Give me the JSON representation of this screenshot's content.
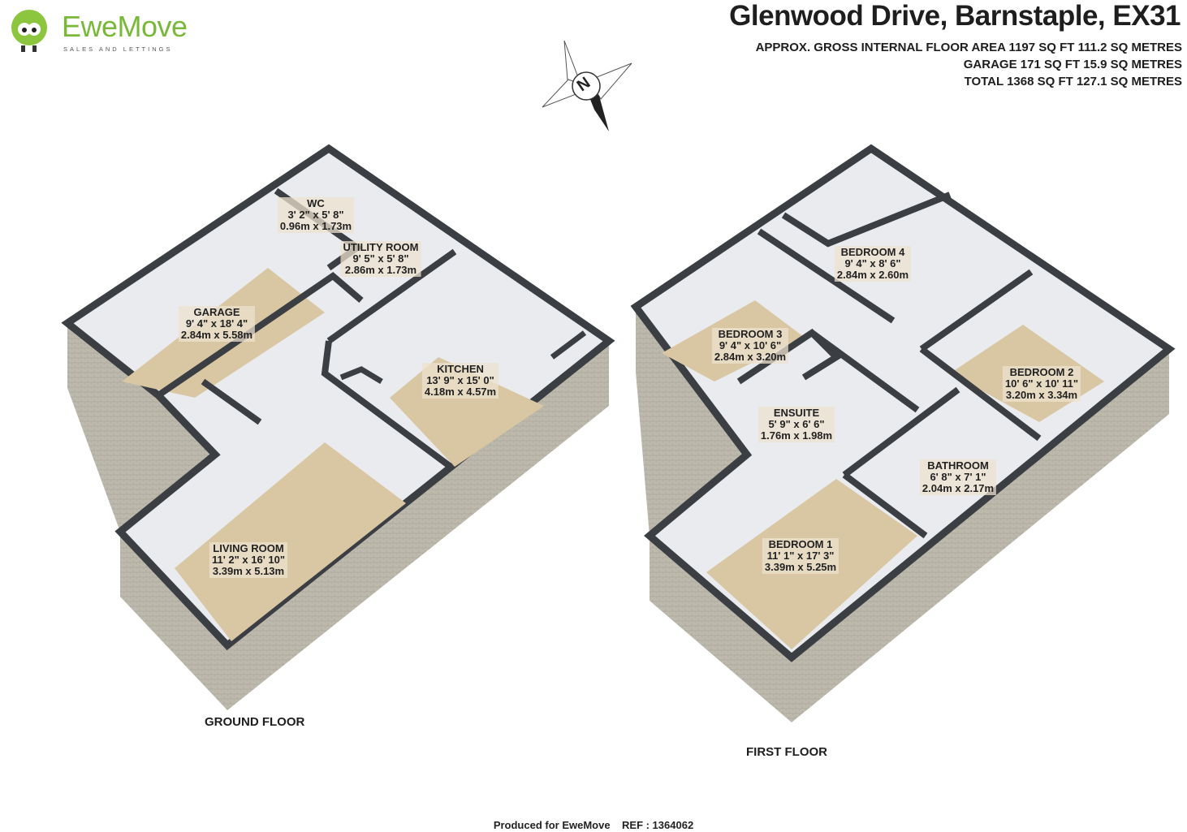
{
  "logo": {
    "name": "EweMove",
    "tagline": "SALES AND LETTINGS"
  },
  "header": {
    "title": "Glenwood Drive, Barnstaple, EX31",
    "areas": [
      "APPROX. GROSS INTERNAL FLOOR AREA 1197 SQ FT 111.2 SQ METRES",
      "GARAGE 171 SQ FT 15.9 SQ METRES",
      "TOTAL 1368 SQ FT 127.1 SQ METRES"
    ]
  },
  "compass": {
    "label": "N"
  },
  "ground_floor": {
    "name": "GROUND FLOOR",
    "rooms": [
      {
        "name": "WC",
        "imperial": "3' 2\" x 5' 8\"",
        "metric": "0.96m x 1.73m"
      },
      {
        "name": "UTILITY ROOM",
        "imperial": "9' 5\" x 5' 8\"",
        "metric": "2.86m x 1.73m"
      },
      {
        "name": "GARAGE",
        "imperial": "9' 4\" x 18' 4\"",
        "metric": "2.84m x 5.58m"
      },
      {
        "name": "KITCHEN",
        "imperial": "13' 9\" x 15' 0\"",
        "metric": "4.18m x 4.57m"
      },
      {
        "name": "LIVING ROOM",
        "imperial": "11' 2\" x 16' 10\"",
        "metric": "3.39m x 5.13m"
      }
    ]
  },
  "first_floor": {
    "name": "FIRST FLOOR",
    "rooms": [
      {
        "name": "BEDROOM 4",
        "imperial": "9' 4\" x 8' 6\"",
        "metric": "2.84m x 2.60m"
      },
      {
        "name": "BEDROOM 3",
        "imperial": "9' 4\" x 10' 6\"",
        "metric": "2.84m x 3.20m"
      },
      {
        "name": "BEDROOM 2",
        "imperial": "10' 6\" x 10' 11\"",
        "metric": "3.20m x 3.34m"
      },
      {
        "name": "ENSUITE",
        "imperial": "5' 9\" x 6' 6\"",
        "metric": "1.76m x 1.98m"
      },
      {
        "name": "BATHROOM",
        "imperial": "6' 8\" x 7' 1\"",
        "metric": "2.04m x 2.17m"
      },
      {
        "name": "BEDROOM 1",
        "imperial": "11' 1\" x 17' 3\"",
        "metric": "3.39m x 5.25m"
      }
    ]
  },
  "footer": {
    "text": "Produced for EweMove    REF : 1364062"
  },
  "colors": {
    "floor": "#d9c7a4",
    "wall": "#3b3e42",
    "brick": "#b8b4a7",
    "inner_wall": "#e9ebee",
    "logo": "#7ab83a"
  }
}
